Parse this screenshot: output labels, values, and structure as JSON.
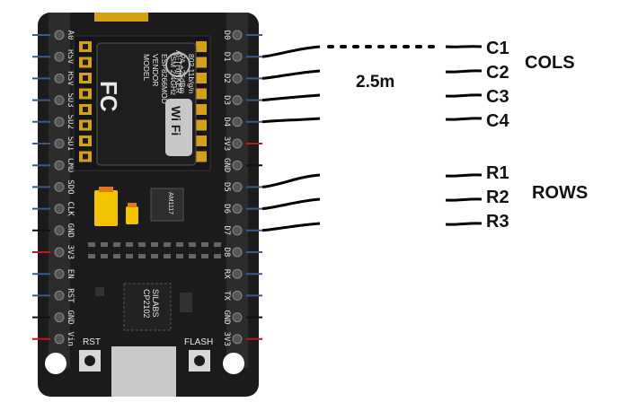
{
  "board": {
    "left_pins": [
      "A0",
      "RSV",
      "RSV",
      "SD3",
      "SD2",
      "SD1",
      "CMD",
      "SDO",
      "CLK",
      "GND",
      "3V3",
      "EN",
      "RST",
      "GND",
      "Vin"
    ],
    "right_pins": [
      "D0",
      "D1",
      "D2",
      "D3",
      "D4",
      "3V3",
      "GND",
      "D5",
      "D6",
      "D7",
      "D8",
      "RX",
      "TX",
      "GND",
      "3V3"
    ],
    "left_pin_wire_colors": [
      "#3a5a8c",
      "#3a5a8c",
      "#3a5a8c",
      "#3a5a8c",
      "#3a5a8c",
      "#3a5a8c",
      "#3a5a8c",
      "#3a5a8c",
      "#3a5a8c",
      "#111111",
      "#c0161c",
      "#3a5a8c",
      "#3a5a8c",
      "#111111",
      "#c0161c"
    ],
    "right_pin_wire_colors": [
      "#3a5a8c",
      "#3a5a8c",
      "#3a5a8c",
      "#3a5a8c",
      "#3a5a8c",
      "#c0161c",
      "#111111",
      "#3a5a8c",
      "#3a5a8c",
      "#3a5a8c",
      "#3a5a8c",
      "#3a5a8c",
      "#3a5a8c",
      "#111111",
      "#c0161c"
    ],
    "module_lines": [
      "MODEL",
      "VENDOR",
      "ISM 2.4GHz",
      "PA +25dBm",
      "802.11b/g/n"
    ],
    "module_model": "ESP8266MOD",
    "module_vendor": "AI-THINKER",
    "fc_mark": "FC",
    "wifi_mark": "Wi Fi",
    "regulator": "AM1117",
    "usb_chip_lines": [
      "SILABS",
      "CP2102"
    ],
    "buttons": {
      "reset": "RST",
      "flash": "FLASH"
    }
  },
  "wiring": {
    "length_label": "2.5m",
    "cols_label": "COLS",
    "rows_label": "ROWS",
    "cols": [
      "C1",
      "C2",
      "C3",
      "C4"
    ],
    "rows": [
      "R1",
      "R2",
      "R3"
    ]
  },
  "colors": {
    "board": "#1b1b1b",
    "header": "#2c2c2c",
    "pin_gold": "#d4a017",
    "wire": "#000000",
    "cap_yellow": "#f2c400",
    "cap_orange": "#e07a10"
  }
}
